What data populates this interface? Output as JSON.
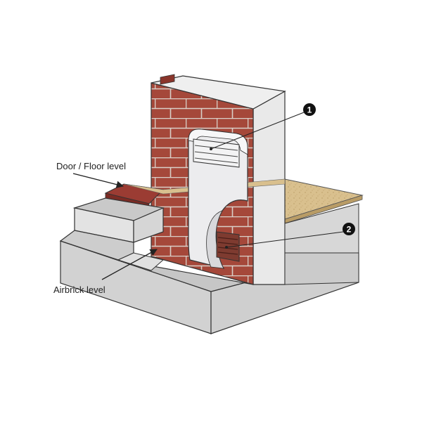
{
  "labels": {
    "door_floor": "Door / Floor level",
    "airbrick": "Airbrick level"
  },
  "callouts": [
    {
      "number": "1"
    },
    {
      "number": "2"
    }
  ],
  "colors": {
    "brick": "#a5483a",
    "mortar": "#d9cfc7",
    "concrete": "#d4d4d4",
    "concrete_dark": "#bdbdbd",
    "floorboard": "#d9c08e",
    "duct": "#e8e8ea",
    "outline": "#333333",
    "badge": "#111111"
  }
}
